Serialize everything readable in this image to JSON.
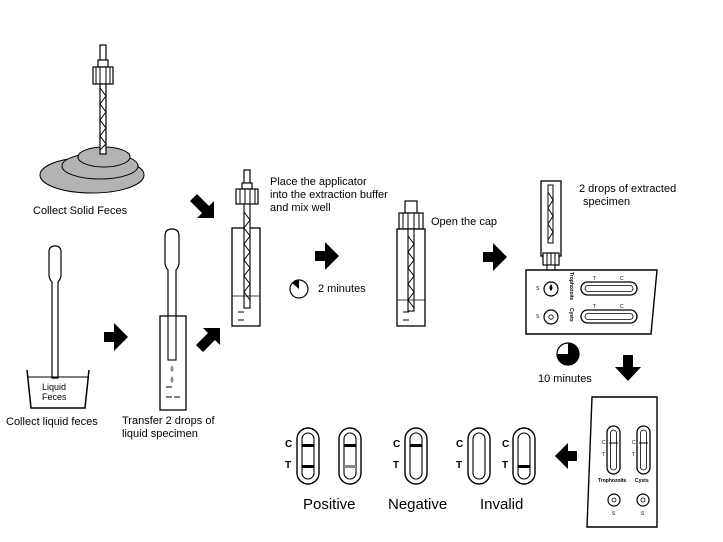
{
  "steps": {
    "solid": "Collect Solid Feces",
    "liquid": "Collect liquid feces",
    "beaker_label_1": "Liquid",
    "beaker_label_2": "Feces",
    "transfer_1": "Transfer 2 drops of",
    "transfer_2": "liquid specimen",
    "applicator_1": "Place the applicator",
    "applicator_2": "into the extraction buffer",
    "applicator_3": "and mix well",
    "wait_1": "2 minutes",
    "open_cap": "Open the cap",
    "drops_1": "2 drops of extracted",
    "drops_2": "specimen",
    "wait_2": "10 minutes"
  },
  "device": {
    "trophozoite": "Trophozoite",
    "cysts": "Cysts",
    "sample_well": "S",
    "control_line": "C",
    "test_line": "T"
  },
  "results": {
    "positive": "Positive",
    "negative": "Negative",
    "invalid": "Invalid",
    "c": "C",
    "t": "T"
  },
  "colors": {
    "ink": "#000000",
    "feces_fill": "#b3b3b3",
    "timer_fill": "#000000"
  },
  "icons": [
    "arrow-right-icon",
    "arrow-down-icon",
    "arrow-left-icon",
    "arrow-diagonal-icon",
    "timer-icon"
  ]
}
